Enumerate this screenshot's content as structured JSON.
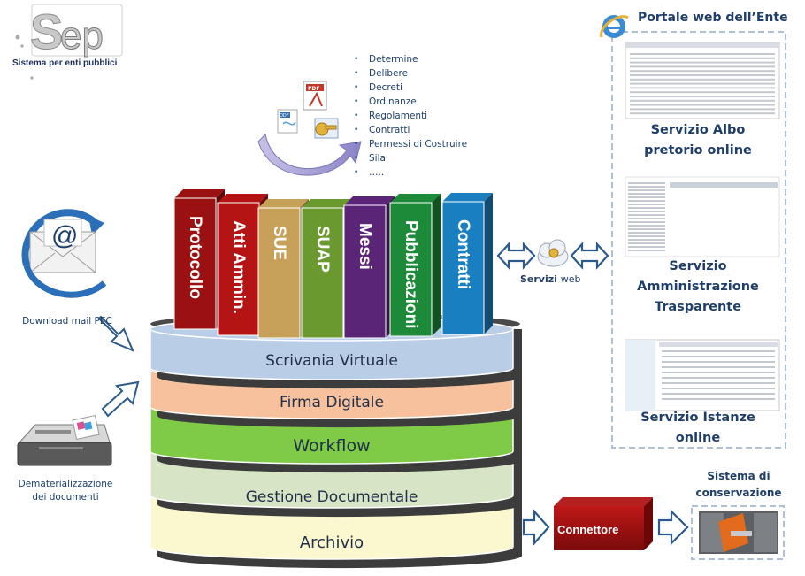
{
  "logo": {
    "mark": "Sep",
    "subtitle": "Sistema per enti pubblici"
  },
  "document_types": [
    "Determine",
    "Delibere",
    "Decreti",
    "Ordinanze",
    "Regolamenti",
    "Contratti",
    "Permessi di Costruire",
    "Sila",
    "….."
  ],
  "inputs": {
    "mail_label": "Download mail PEC",
    "scan_label_line1": "Dematerializzazione",
    "scan_label_line2": "dei documenti"
  },
  "modules": [
    "Protocollo",
    "Atti Ammin.",
    "SUE",
    "SUAP",
    "Messi",
    "Pubblicazioni",
    "Contratti"
  ],
  "module_colors": [
    "#9b1010",
    "#b51414",
    "#c7a15a",
    "#6a9a2f",
    "#5a2576",
    "#1d8a3a",
    "#1a7fc0"
  ],
  "layers": [
    "Scrivania Virtuale",
    "Firma Digitale",
    "Workflow",
    "Gestione Documentale",
    "Archivio"
  ],
  "layer_colors": [
    "#b9cde6",
    "#f6c19c",
    "#7fca46",
    "#d7e4c6",
    "#fbf7cf"
  ],
  "web_services": {
    "label_bold": "Servizi",
    "label_small": "web"
  },
  "portal": {
    "title": "Portale web dell’Ente",
    "services": [
      {
        "line1": "Servizio Albo",
        "line2": "pretorio online",
        "line3": ""
      },
      {
        "line1": "Servizio",
        "line2": "Amministrazione",
        "line3": "Trasparente"
      },
      {
        "line1": "Servizio Istanze",
        "line2": "online",
        "line3": ""
      }
    ]
  },
  "connector": {
    "label": "Connettore"
  },
  "conservation": {
    "line1": "Sistema di",
    "line2": "conservazione"
  }
}
